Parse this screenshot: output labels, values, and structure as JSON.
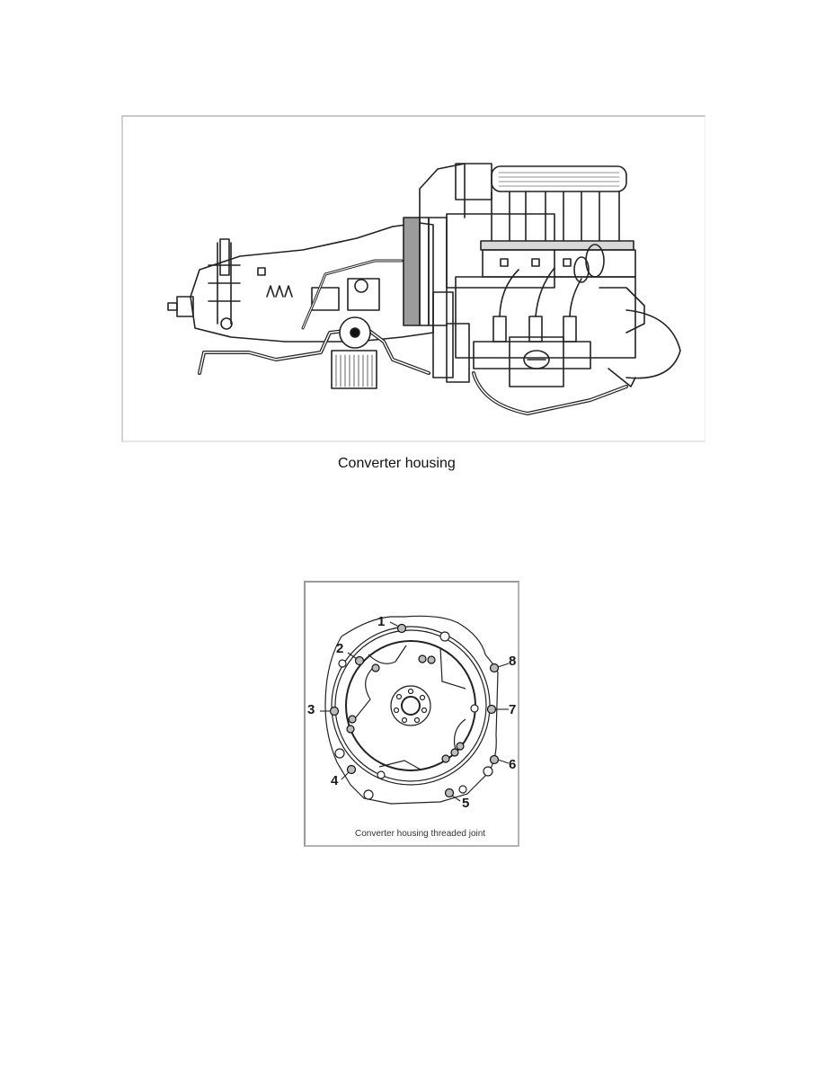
{
  "figures": [
    {
      "id": "engine-transmission",
      "caption": "Converter housing",
      "illustration": "engine-and-transmission-side-view"
    },
    {
      "id": "converter-housing-bolts",
      "caption": "Converter housing threaded joint",
      "illustration": "converter-housing-front-view",
      "callouts": [
        {
          "label": "1"
        },
        {
          "label": "2"
        },
        {
          "label": "3"
        },
        {
          "label": "4"
        },
        {
          "label": "5"
        },
        {
          "label": "6"
        },
        {
          "label": "7"
        },
        {
          "label": "8"
        }
      ]
    }
  ]
}
